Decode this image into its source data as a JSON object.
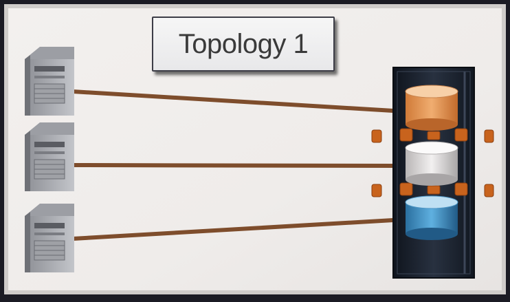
{
  "diagram": {
    "title": "Topology 1",
    "servers": [
      {
        "id": "server-1"
      },
      {
        "id": "server-2"
      },
      {
        "id": "server-3"
      }
    ],
    "storage_rack": {
      "disks": [
        {
          "id": "disk-top",
          "color": "#e79a57"
        },
        {
          "id": "disk-middle",
          "color": "#d9d6d6"
        },
        {
          "id": "disk-bottom",
          "color": "#3f93c9"
        }
      ],
      "connector_color": "#c8631d",
      "link_color": "#7e4d2c"
    },
    "links": [
      {
        "from": "server-1",
        "to": "disk-top"
      },
      {
        "from": "server-2",
        "to": "disk-middle"
      },
      {
        "from": "server-3",
        "to": "disk-bottom"
      }
    ],
    "colors": {
      "background": "#f1eeec",
      "frame": "#1b1b24",
      "rack": "#1d2430"
    }
  }
}
